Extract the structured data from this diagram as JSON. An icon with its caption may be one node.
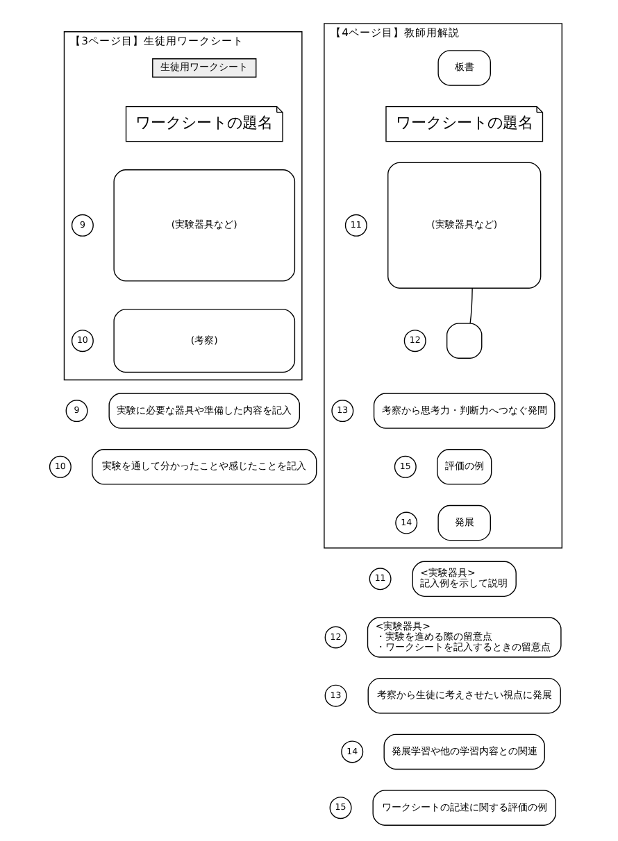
{
  "diagram": {
    "nodes": [
      {
        "text": [
          "【3ページ目】生徒用ワークシート"
        ]
      },
      {
        "text": [
          "生徒用ワークシート"
        ],
        "in": 0
      },
      {
        "text": [
          "ワークシートの題名"
        ],
        "in": 0
      },
      {
        "text": [
          "(実験器具など)"
        ],
        "in": 0,
        "beside": [
          "9"
        ]
      },
      {
        "text": [
          "(考察)"
        ],
        "in": 0,
        "beside": [
          "10"
        ]
      },
      {
        "text": [
          "【4ページ目】教師用解説"
        ]
      },
      {
        "text": [
          "板書"
        ],
        "in": 5
      },
      {
        "text": [
          "ワークシートの題名"
        ],
        "in": 5
      },
      {
        "text": [
          "(実験器具など)"
        ],
        "in": 5,
        "beside": [
          "11"
        ]
      },
      {
        "text": [],
        "shape": "box",
        "in": 5,
        "beside": [
          "12"
        ]
      },
      {
        "text": [
          "考察から思考力・判断力へつなぐ発問"
        ],
        "in": 5,
        "beside": [
          "13"
        ]
      },
      {
        "text": [
          "評価の例"
        ],
        "in": 5,
        "beside": [
          "15"
        ]
      },
      {
        "text": [
          "発展"
        ],
        "in": 5,
        "beside": [
          "14"
        ]
      },
      {
        "text": [
          "実験に必要な器具や準備した内容を記入"
        ],
        "beside": [
          "9"
        ]
      },
      {
        "text": [
          "実験を通して分かったことや感じたことを記入"
        ],
        "beside": [
          "10"
        ]
      },
      {
        "text": [
          "<実験器具>",
          "記入例を示して説明"
        ],
        "beside": [
          "11"
        ]
      },
      {
        "text": [
          "<実験器具>",
          "・実験を進める際の留意点",
          "・ワークシートを記入するときの留意点"
        ],
        "beside": [
          "12"
        ]
      },
      {
        "text": [
          "考察から生徒に考えさせたい視点に発展"
        ],
        "beside": [
          "13"
        ]
      },
      {
        "text": [
          "発展学習や他の学習内容との関連"
        ],
        "beside": [
          "14"
        ]
      },
      {
        "text": [
          "ワークシートの記述に関する評価の例"
        ],
        "beside": [
          "15"
        ]
      }
    ],
    "edges": [
      {
        "from": 9,
        "to": 8,
        "arrow": "none"
      }
    ]
  }
}
